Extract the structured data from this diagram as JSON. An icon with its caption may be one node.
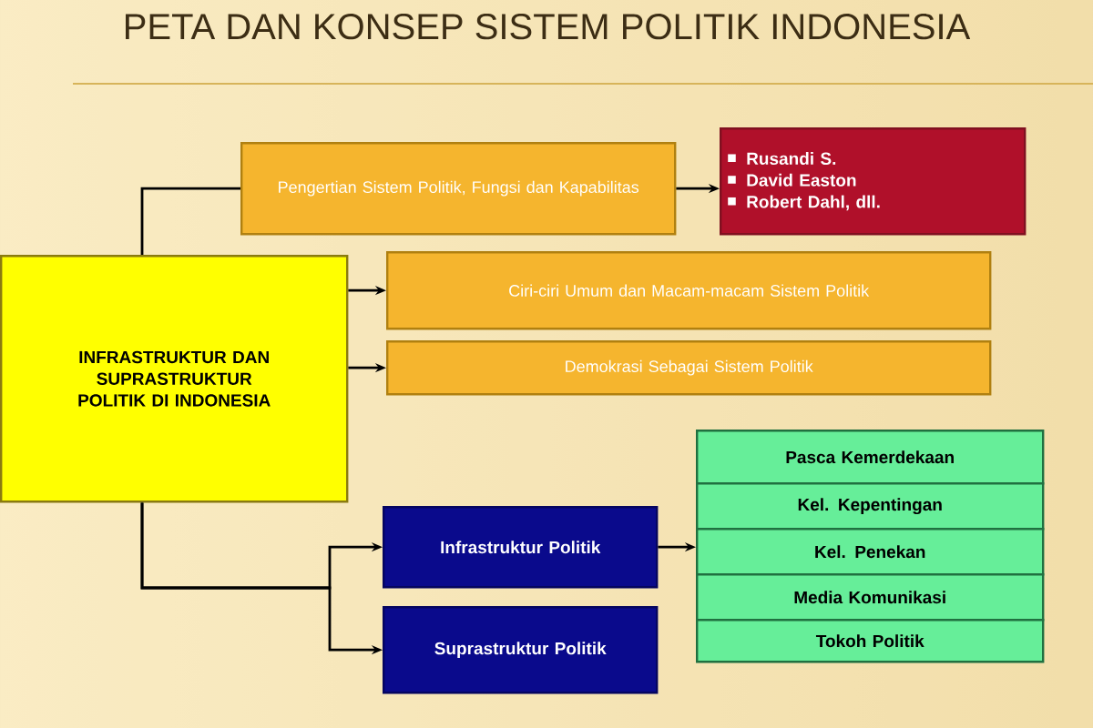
{
  "diagram": {
    "title": "PETA DAN KONSEP SISTEM POLITIK INDONESIA",
    "nodes": [
      {
        "text": [
          "INFRASTRUKTUR DAN SUPRASTRUKTUR POLITIK DI INDONESIA"
        ]
      },
      {
        "text": [
          "Pengertian Sistem Politik, Fungsi dan Kapabilitas"
        ]
      },
      {
        "text": [
          "Rusandi S.",
          "David Easton",
          "Robert Dahl, dll."
        ]
      },
      {
        "text": [
          "Ciri-ciri Umum dan Macam-macam Sistem Politik"
        ]
      },
      {
        "text": [
          "Demokrasi Sebagai Sistem Politik"
        ]
      },
      {
        "text": [
          "Infrastruktur Politik"
        ]
      },
      {
        "text": [
          "Suprastruktur Politik"
        ]
      },
      {
        "text": [
          "Pasca Kemerdekaan"
        ]
      },
      {
        "text": [
          "Kel. Kepentingan"
        ]
      },
      {
        "text": [
          "Kel. Penekan"
        ]
      },
      {
        "text": [
          "Media Komunikasi"
        ]
      },
      {
        "text": [
          "Tokoh Politik"
        ]
      }
    ],
    "edges": [
      {
        "from": 0,
        "to": 1,
        "arrow": "none"
      },
      {
        "from": 1,
        "to": 2,
        "arrow": "to"
      },
      {
        "from": 0,
        "to": 3,
        "arrow": "to"
      },
      {
        "from": 0,
        "to": 4,
        "arrow": "to"
      },
      {
        "from": 0,
        "to": 5,
        "arrow": "to"
      },
      {
        "from": 0,
        "to": 6,
        "arrow": "to"
      },
      {
        "from": 5,
        "to": 9,
        "arrow": "to"
      }
    ]
  }
}
